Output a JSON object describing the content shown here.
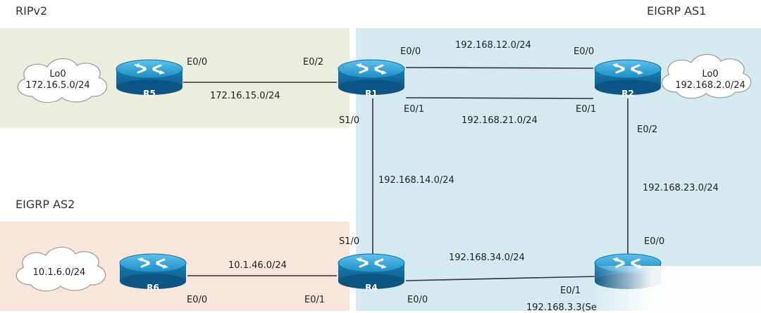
{
  "zones": {
    "rip": {
      "title": "RIPv2",
      "color": "#e9eedf"
    },
    "eigrp1": {
      "title": "EIGRP AS1",
      "color": "#d4eaf0"
    },
    "eigrp2": {
      "title": "EIGRP AS2",
      "color": "#f8e6db"
    }
  },
  "routers": {
    "r5": "R5",
    "r1": "R1",
    "r2": "R2",
    "r4": "R4",
    "r6": "R6",
    "r3": ""
  },
  "clouds": {
    "r5_cloud": {
      "line1": "Lo0",
      "line2": "172.16.5.0/24"
    },
    "r2_cloud": {
      "line1": "Lo0",
      "line2": "192.168.2.0/24"
    },
    "r6_cloud": {
      "line1": "10.1.6.0/24"
    }
  },
  "networks": {
    "r5_r1": "172.16.15.0/24",
    "r1_r2_e00": "192.168.12.0/24",
    "r1_r2_e01": "192.168.21.0/24",
    "r1_r4": "192.168.14.0/24",
    "r2_r3": "192.168.23.0/24",
    "r4_r3": "192.168.34.0/24",
    "r6_r4": "10.1.46.0/24",
    "r3_lo": "192.168.3.3(Se"
  },
  "interfaces": {
    "r5_e00": "E0/0",
    "r1_e02": "E0/2",
    "r1_e00": "E0/0",
    "r1_e01": "E0/1",
    "r1_s10": "S1/0",
    "r2_e00": "E0/0",
    "r2_e01": "E0/1",
    "r2_e02": "E0/2",
    "r4_s10": "S1/0",
    "r4_e00": "E0/0",
    "r4_e01": "E0/1",
    "r6_e00": "E0/0",
    "r3_e00": "E0/0",
    "r3_e01": "E0/1"
  },
  "style": {
    "router_color": "#1a8fc6",
    "link_color": "#333333"
  }
}
